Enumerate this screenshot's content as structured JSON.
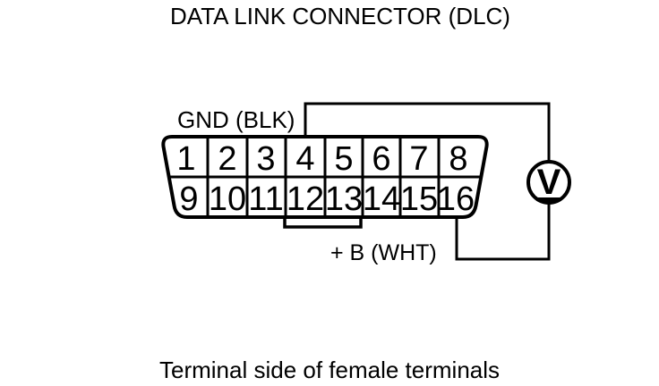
{
  "title": "DATA LINK CONNECTOR (DLC)",
  "connector": {
    "pins": [
      "1",
      "2",
      "3",
      "4",
      "5",
      "6",
      "7",
      "8",
      "9",
      "10",
      "11",
      "12",
      "13",
      "14",
      "15",
      "16"
    ]
  },
  "labels": {
    "ground": "GND (BLK)",
    "power": "+ B (WHT)"
  },
  "meter": {
    "symbol": "V"
  },
  "caption": "Terminal side of female terminals",
  "colors": {
    "line": "#000000",
    "background": "#ffffff"
  }
}
